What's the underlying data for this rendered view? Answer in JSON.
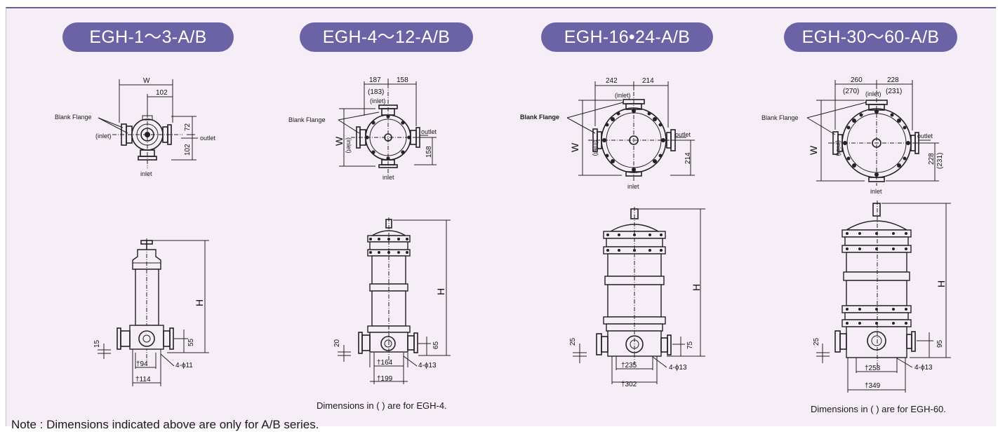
{
  "models": [
    {
      "title": "EGH-1〜3-A/B",
      "top_dims": [
        "W",
        "102",
        "72",
        "102"
      ],
      "top_labels": {
        "blank_flange": "Blank Flange",
        "inlet_side": "(inlet)",
        "outlet": "outlet",
        "inlet": "inlet"
      },
      "side_dims": {
        "h": "H",
        "flange": "15",
        "base_height": "55",
        "inner": "†94",
        "outer": "†114",
        "bolts": "4-ϕ11"
      }
    },
    {
      "title": "EGH-4〜12-A/B",
      "top_dims": [
        "187",
        "158",
        "(183)",
        "W",
        "158"
      ],
      "top_labels": {
        "blank_flange": "Blank Flange",
        "inlet_top": "(inlet)",
        "inlet_side": "(inlet)",
        "outlet": "outlet",
        "inlet": "inlet"
      },
      "side_dims": {
        "h": "H",
        "flange": "20",
        "base_height": "65",
        "inner": "†164",
        "outer": "†199",
        "bolts": "4-ϕ13"
      },
      "note": "Dimensions in ( ) are for EGH-4."
    },
    {
      "title": "EGH-16•24-A/B",
      "top_dims": [
        "242",
        "214",
        "W",
        "214"
      ],
      "top_labels": {
        "blank_flange": "Blank Flange",
        "inlet_top": "(inlet)",
        "inlet_side": "(inlet)",
        "outlet": "outlet",
        "inlet": "inlet"
      },
      "side_dims": {
        "h": "H",
        "flange": "25",
        "base_height": "75",
        "inner": "†235",
        "outer": "†302",
        "bolts": "4-ϕ13"
      }
    },
    {
      "title": "EGH-30〜60-A/B",
      "top_dims": [
        "260",
        "228",
        "(270)",
        "(231)",
        "W",
        "228",
        "(231)"
      ],
      "top_labels": {
        "blank_flange": "Blank Flange",
        "inlet_top": "(inlet)",
        "inlet_side": "(inlet)",
        "outlet": "outlet",
        "inlet": "inlet"
      },
      "side_dims": {
        "h": "H",
        "flange": "25",
        "base_height": "95",
        "inner": "†258",
        "outer": "†349",
        "bolts": "4-ϕ13"
      },
      "note": "Dimensions in ( ) are for EGH-60."
    }
  ],
  "footer_note": "Note : Dimensions indicated above are only for A/B series.",
  "colors": {
    "pill": "#6b63a5",
    "background": "#f5eef6",
    "border": "#6a5f96"
  }
}
